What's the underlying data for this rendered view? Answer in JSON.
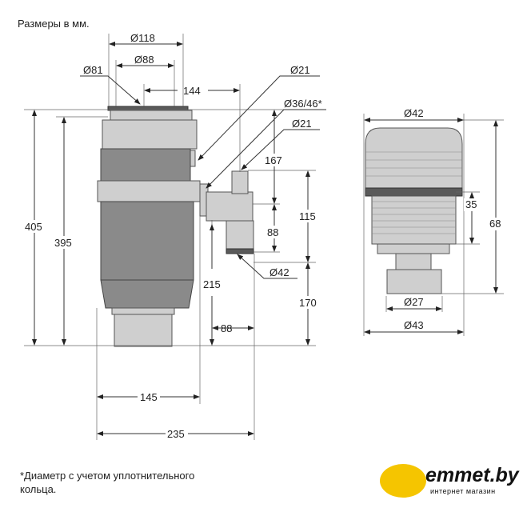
{
  "header": {
    "units_note": "Размеры в мм."
  },
  "dimensions": {
    "d118": "Ø118",
    "d88": "Ø88",
    "d81": "Ø81",
    "l144": "144",
    "d21_top": "Ø21",
    "d36_46": "Ø36/46*",
    "d21_mid": "Ø21",
    "h405": "405",
    "h395": "395",
    "h167": "167",
    "h115": "115",
    "h88": "88",
    "d42_outlet": "Ø42",
    "h215": "215",
    "h170": "170",
    "w88": "88",
    "w145": "145",
    "w235": "235"
  },
  "flange": {
    "d42": "Ø42",
    "h35": "35",
    "h68": "68",
    "d27": "Ø27",
    "d43": "Ø43"
  },
  "footnote": {
    "line1": "*Диаметр с учетом уплотнительного",
    "line2": "кольца."
  },
  "logo": {
    "name": "emmet.by",
    "tagline": "интернет магазин",
    "color": "#f5c500"
  }
}
